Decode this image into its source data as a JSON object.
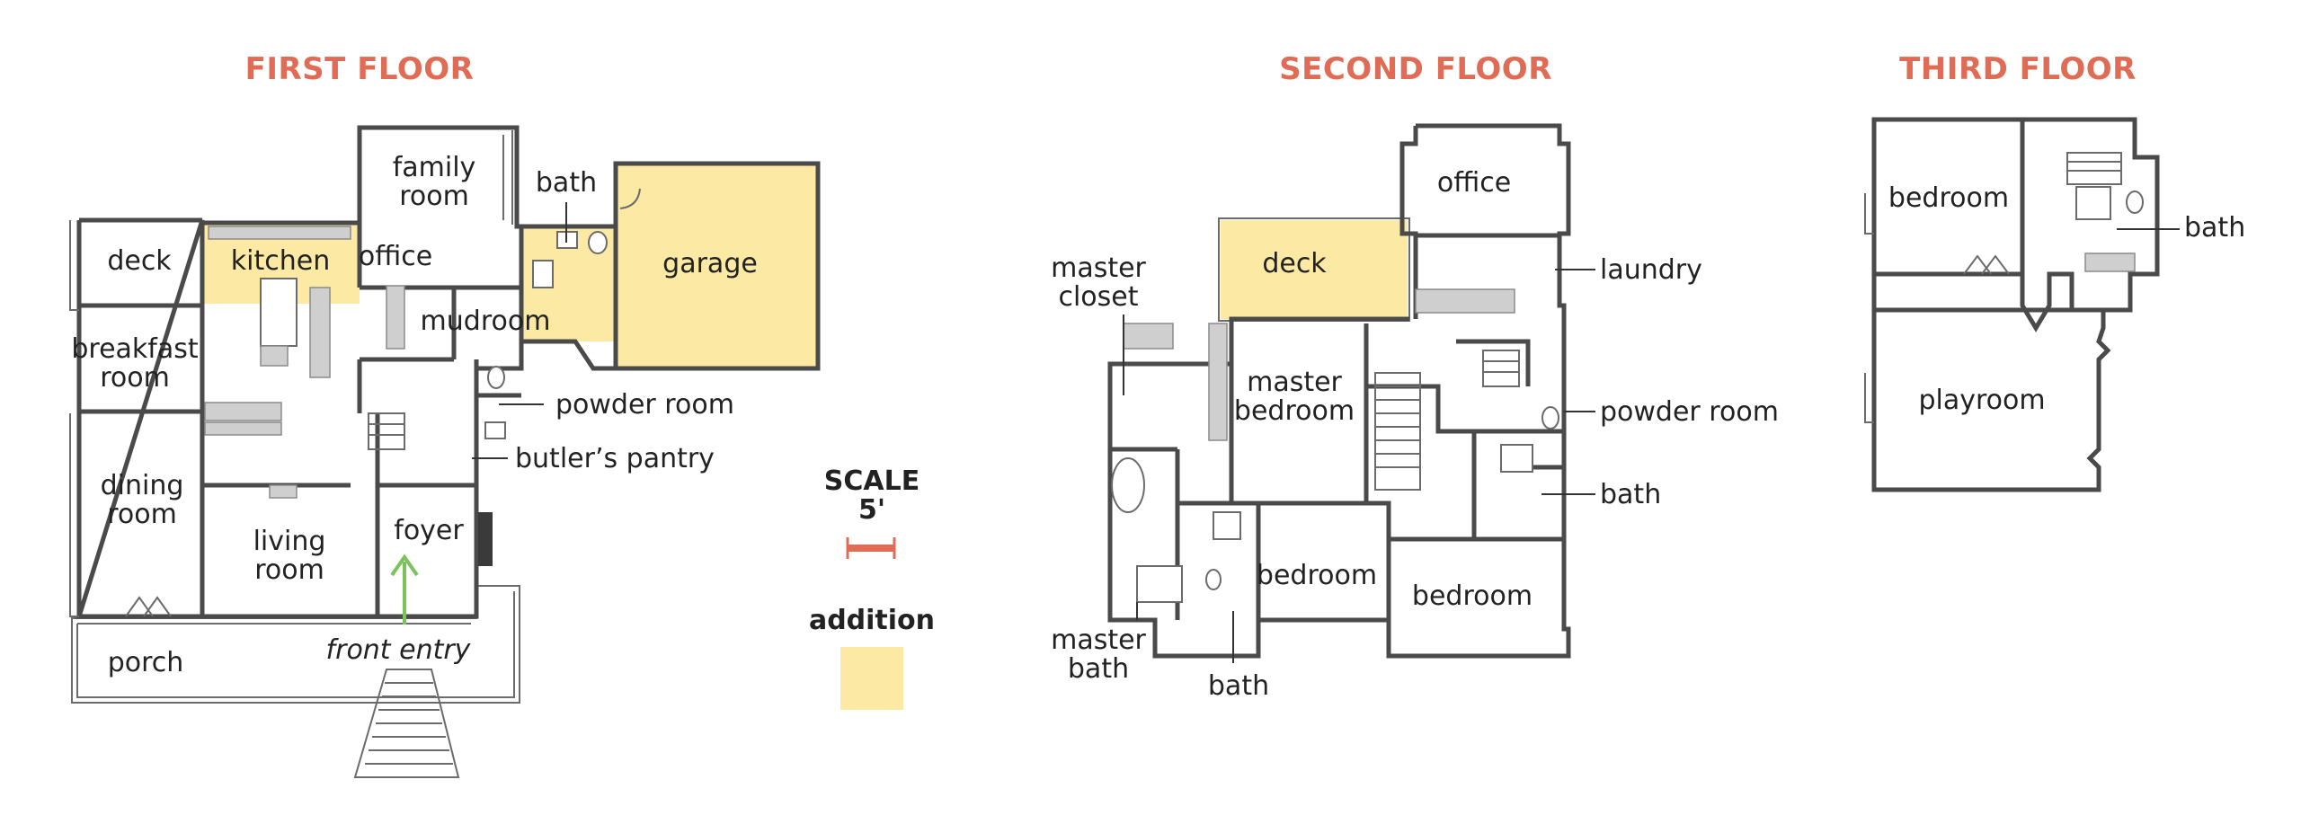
{
  "colors": {
    "title": "#e06c55",
    "addition": "#fbe9a4",
    "wall": "#4a4a4a",
    "scale_bar": "#e06c55",
    "arrow": "#7cc25a"
  },
  "floors": {
    "first": {
      "title": "FIRST FLOOR",
      "rooms": {
        "deck": "deck",
        "kitchen": "kitchen",
        "office": "office",
        "family_room_1": "family",
        "family_room_2": "room",
        "bath": "bath",
        "garage": "garage",
        "mudroom": "mudroom",
        "breakfast_1": "breakfast",
        "breakfast_2": "room",
        "powder_room": "powder room",
        "butlers_pantry": "butler’s pantry",
        "dining_1": "dining",
        "dining_2": "room",
        "living_1": "living",
        "living_2": "room",
        "foyer": "foyer",
        "front_entry": "front entry",
        "porch": "porch"
      }
    },
    "second": {
      "title": "SECOND FLOOR",
      "rooms": {
        "office": "office",
        "deck": "deck",
        "laundry": "laundry",
        "master_closet_1": "master",
        "master_closet_2": "closet",
        "master_bedroom_1": "master",
        "master_bedroom_2": "bedroom",
        "powder_room": "powder room",
        "bath_right": "bath",
        "bedroom_left": "bedroom",
        "bedroom_right": "bedroom",
        "master_bath_1": "master",
        "master_bath_2": "bath",
        "bath_bottom": "bath"
      }
    },
    "third": {
      "title": "THIRD FLOOR",
      "rooms": {
        "bedroom": "bedroom",
        "bath": "bath",
        "playroom": "playroom"
      }
    }
  },
  "legend": {
    "scale_title": "SCALE",
    "scale_value": "5'",
    "addition_label": "addition"
  }
}
